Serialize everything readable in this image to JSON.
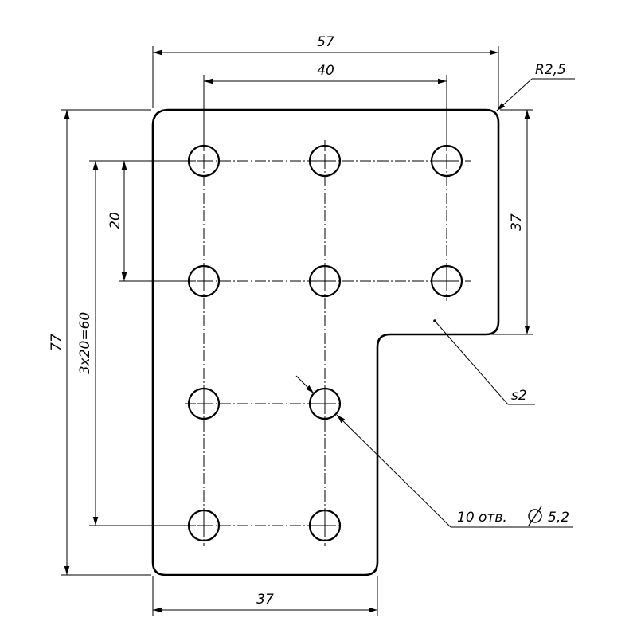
{
  "drawing": {
    "dimensions": {
      "overall_width": "57",
      "hole_span": "40",
      "corner_radius": "R2,5",
      "top_height": "37",
      "overall_height": "77",
      "pitch_total": "3x20=60",
      "pitch": "20",
      "bottom_width": "37",
      "thickness": "s2",
      "holes_note": "10 отв.",
      "hole_diameter": "5,2"
    },
    "holes_count": 10
  }
}
